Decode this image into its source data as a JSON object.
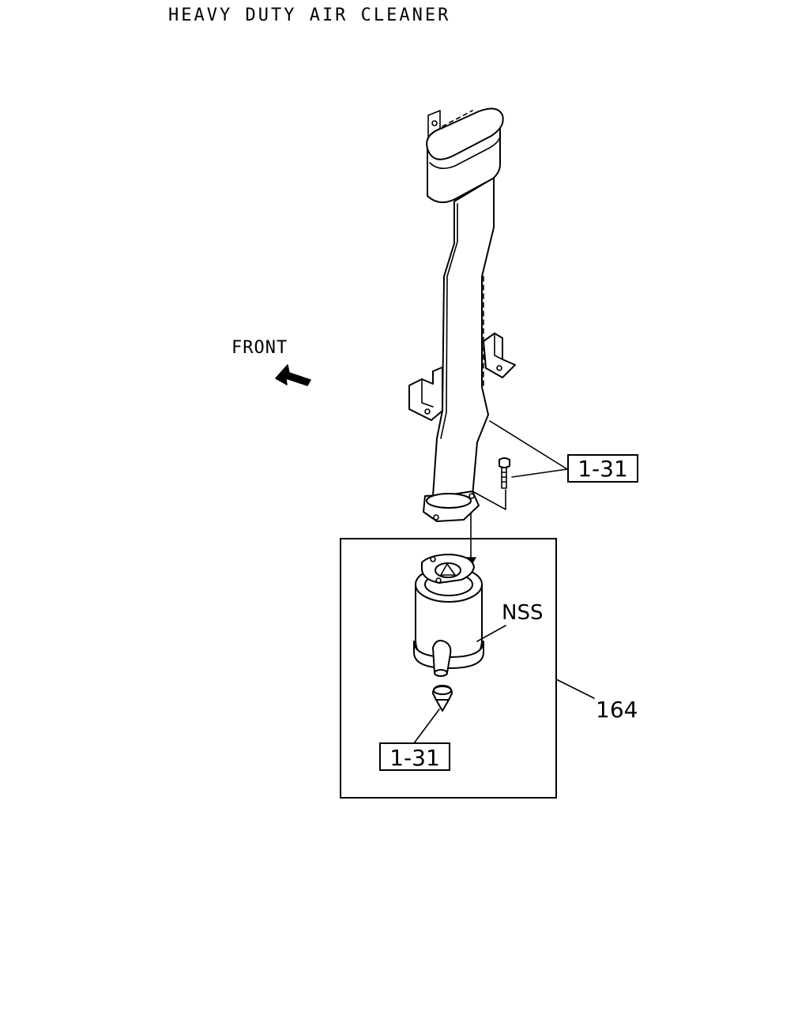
{
  "title": "HEAVY DUTY AIR CLEANER",
  "front_label": "FRONT",
  "callouts": {
    "ref_upper": "1-31",
    "ref_lower": "1-31",
    "nss": "NSS",
    "part_164": "164"
  },
  "icons": {
    "front_arrow": "front-arrow-icon"
  }
}
